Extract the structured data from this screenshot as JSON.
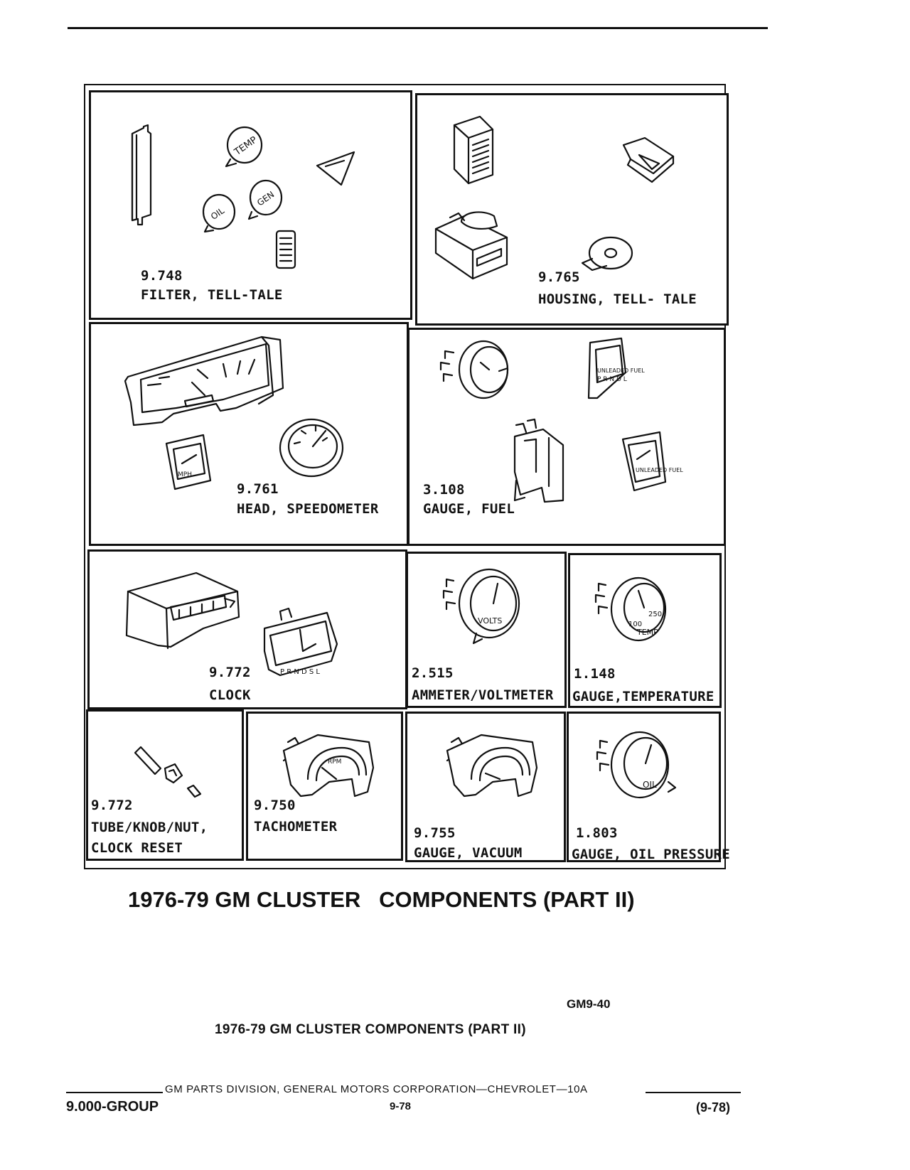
{
  "figure_title": "1976-79 GM CLUSTER   COMPONENTS (PART II)",
  "figure_code": "GM9-40",
  "caption": "1976-79 GM CLUSTER COMPONENTS (PART II)",
  "footer": {
    "division": "GM PARTS DIVISION, GENERAL MOTORS CORPORATION—CHEVROLET—10A",
    "group": "9.000-GROUP",
    "date": "9-78",
    "revision": "(9-78)"
  },
  "panels": {
    "filter_telltale": {
      "number": "9.748",
      "name": "FILTER, TELL-TALE",
      "label_temp": "TEMP",
      "label_oil": "OIL",
      "label_gen": "GEN"
    },
    "housing_telltale": {
      "number": "9.765",
      "name": "HOUSING, TELL- TALE"
    },
    "head_speedometer": {
      "number": "9.761",
      "name": "HEAD, SPEEDOMETER",
      "label_mph": "MPH"
    },
    "gauge_fuel": {
      "number": "3.108",
      "name": "GAUGE, FUEL",
      "label_unleaded": "UNLEADED FUEL",
      "label_prndl": "P R N D L"
    },
    "clock": {
      "number": "9.772",
      "name": "CLOCK",
      "label_prndsl": "P R N D S L"
    },
    "ammeter_voltmeter": {
      "number": "2.515",
      "name": "AMMETER/VOLTMETER",
      "label_volts": "VOLTS"
    },
    "gauge_temperature": {
      "number": "1.148",
      "name": "GAUGE,TEMPERATURE",
      "label_temp": "TEMP",
      "label_100": "100",
      "label_250": "250"
    },
    "clock_reset": {
      "number": "9.772",
      "name_line1": "TUBE/KNOB/NUT,",
      "name_line2": "CLOCK RESET"
    },
    "tachometer": {
      "number": "9.750",
      "name": "TACHOMETER",
      "label_rpm": "RPM"
    },
    "gauge_vacuum": {
      "number": "9.755",
      "name": "GAUGE, VACUUM"
    },
    "gauge_oil_pressure": {
      "number": "1.803",
      "name": "GAUGE, OIL PRESSURE",
      "label_oil": "OIL"
    }
  }
}
